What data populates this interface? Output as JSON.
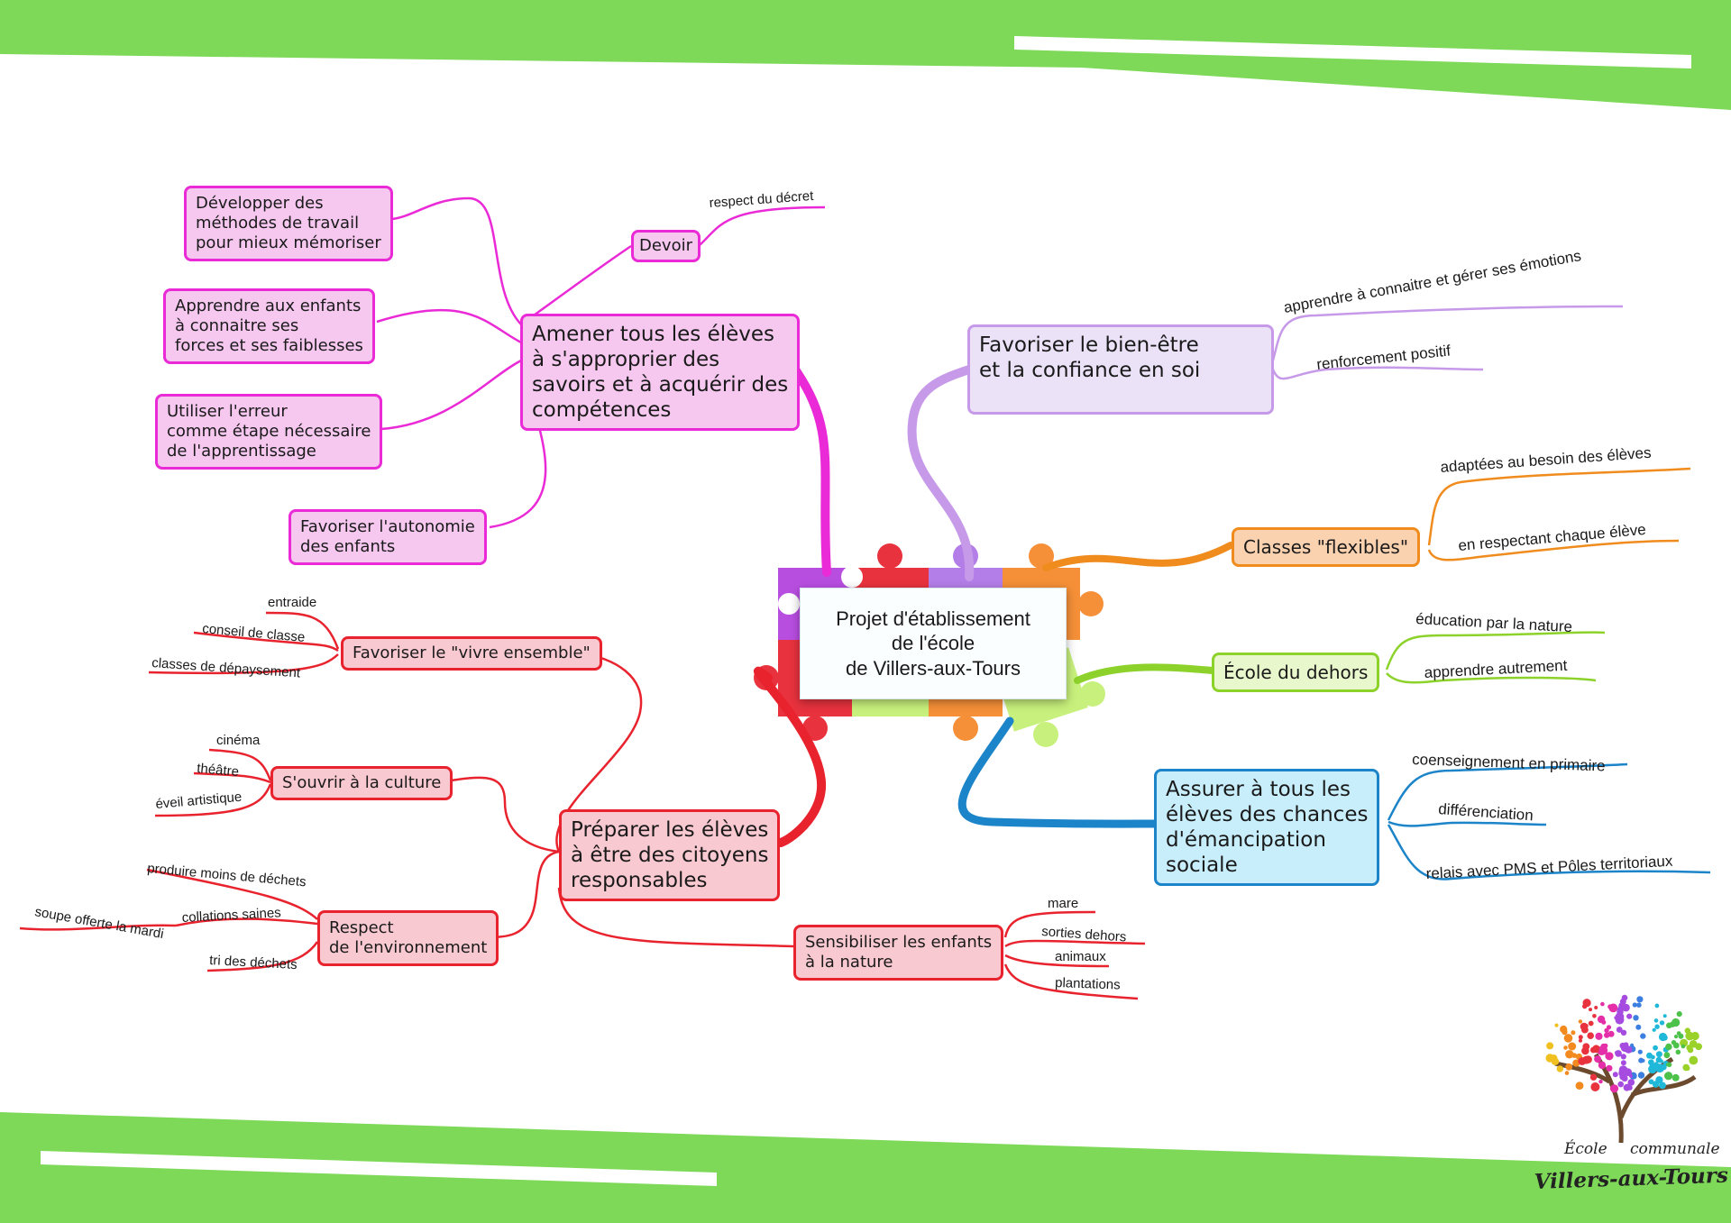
{
  "center": {
    "lines": [
      "Projet d'établissement",
      "de l'école",
      "de Villers-aux-Tours"
    ]
  },
  "nodes": {
    "amener": {
      "lines": [
        "Amener tous les élèves",
        "à s'approprier des",
        "savoirs et à acquérir des",
        "compétences"
      ]
    },
    "devoir": {
      "lines": [
        "Devoir"
      ]
    },
    "developper": {
      "lines": [
        "Développer des",
        "méthodes de travail",
        "pour mieux mémoriser"
      ]
    },
    "apprendre": {
      "lines": [
        "Apprendre aux enfants",
        "à connaitre ses",
        "forces et ses faiblesses"
      ]
    },
    "erreur": {
      "lines": [
        "Utiliser l'erreur",
        "comme étape nécessaire",
        "de l'apprentissage"
      ]
    },
    "autonomie": {
      "lines": [
        "Favoriser l'autonomie",
        "des enfants"
      ]
    },
    "vivre": {
      "lines": [
        "Favoriser le \"vivre ensemble\""
      ]
    },
    "culture": {
      "lines": [
        "S'ouvrir à la culture"
      ]
    },
    "preparer": {
      "lines": [
        "Préparer les élèves",
        "à être des citoyens",
        "responsables"
      ]
    },
    "respect": {
      "lines": [
        "Respect",
        "de l'environnement"
      ]
    },
    "nature": {
      "lines": [
        "Sensibiliser les enfants",
        "à la nature"
      ]
    },
    "bienetre": {
      "lines": [
        "Favoriser le bien-être",
        "et la confiance en soi"
      ]
    },
    "classes": {
      "lines": [
        "Classes \"flexibles\""
      ]
    },
    "dehors": {
      "lines": [
        "École du dehors"
      ]
    },
    "assurer": {
      "lines": [
        "Assurer à tous les",
        "élèves des chances",
        "d'émancipation",
        "sociale"
      ]
    }
  },
  "leaves": {
    "decret": "respect du décret",
    "entraide": "entraide",
    "conseil": "conseil de classe",
    "depaysement": "classes de dépaysement",
    "cinema": "cinéma",
    "theatre": "théâtre",
    "eveil": "éveil artistique",
    "dechets": "produire moins de déchets",
    "collations": "collations saines",
    "soupe": "soupe offerte la mardi",
    "tri": "tri des déchets",
    "mare": "mare",
    "sorties": "sorties dehors",
    "animaux": "animaux",
    "plantations": "plantations",
    "emotions": "apprendre à connaitre et gérer ses émotions",
    "positif": "renforcement positif",
    "besoin": "adaptées au besoin des élèves",
    "chaque": "en respectant chaque élève",
    "education": "éducation par la nature",
    "autrement": "apprendre autrement",
    "coenseignement": "coenseignement en primaire",
    "differenciation": "différenciation",
    "relais": "relais avec PMS et Pôles territoriaux"
  },
  "logo": {
    "line1_left": "École",
    "line1_right": "communale",
    "line2": "Villers-aux-Tours"
  },
  "colors": {
    "frame_green": "#7dd957",
    "pink": "#ea2ad6",
    "red": "#e8232e",
    "lavender": "#c69ae9",
    "orange": "#f08c1e",
    "lime": "#8cd22a",
    "blue": "#1c84c9"
  }
}
